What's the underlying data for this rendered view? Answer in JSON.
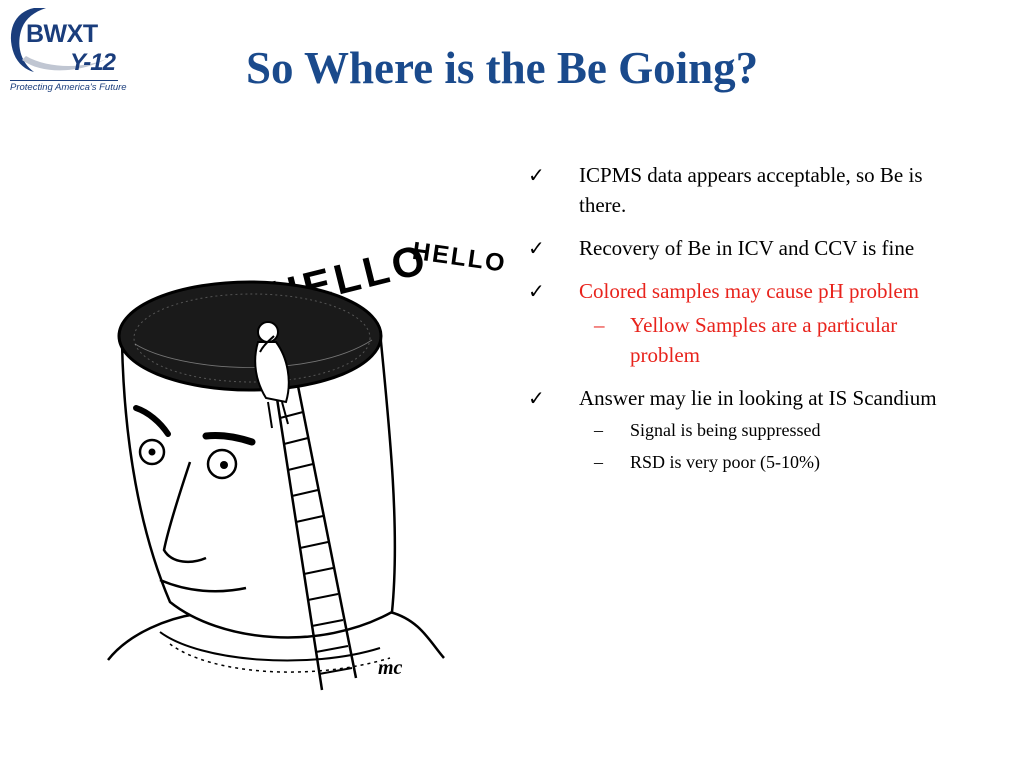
{
  "logo": {
    "brand": "BWXT",
    "sub_brand": "Y-12",
    "tagline": "Protecting America's Future"
  },
  "title": "So Where is the Be Going?",
  "cartoon": {
    "hello_large": "HELLO",
    "hello_small": "HELLO",
    "signature": "mc"
  },
  "bullets": [
    {
      "text": "ICPMS data appears acceptable, so Be is there.",
      "check": "✓"
    },
    {
      "text": "Recovery of Be in ICV and CCV is fine",
      "check": "✓"
    },
    {
      "text": "Colored samples may cause pH problem",
      "check": "✓",
      "color": "#e8231c",
      "subs": [
        {
          "text": "Yellow Samples are a particular problem",
          "dash": "–"
        }
      ]
    },
    {
      "text": "Answer may lie in looking at IS Scandium",
      "check": "✓",
      "subs": [
        {
          "text": "Signal is being suppressed",
          "dash": "–"
        },
        {
          "text": "RSD is very poor (5-10%)",
          "dash": "–"
        }
      ]
    }
  ]
}
